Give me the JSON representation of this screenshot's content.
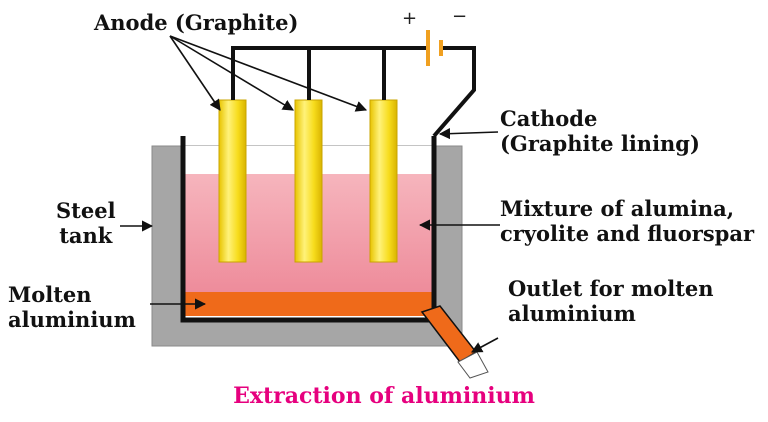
{
  "labels": {
    "anode": "Anode (Graphite)",
    "cathode_line1": "Cathode",
    "cathode_line2": "(Graphite lining)",
    "steel_line1": "Steel",
    "steel_line2": "tank",
    "mixture_line1": "Mixture of alumina,",
    "mixture_line2": "cryolite and fluorspar",
    "molten_line1": "Molten",
    "molten_line2": "aluminium",
    "outlet_line1": "Outlet  for  molten",
    "outlet_line2": "aluminium"
  },
  "battery": {
    "plus": "+",
    "minus": "−"
  },
  "caption": "Extraction of aluminium",
  "colors": {
    "steel_tank": "#a6a6a6",
    "electrolyte": "#f29aa6",
    "molten_aluminium": "#ef6a1a",
    "anode": "#f7dc1c",
    "wire": "#111111",
    "battery_plate": "#f0a020",
    "caption": "#e6007e"
  }
}
